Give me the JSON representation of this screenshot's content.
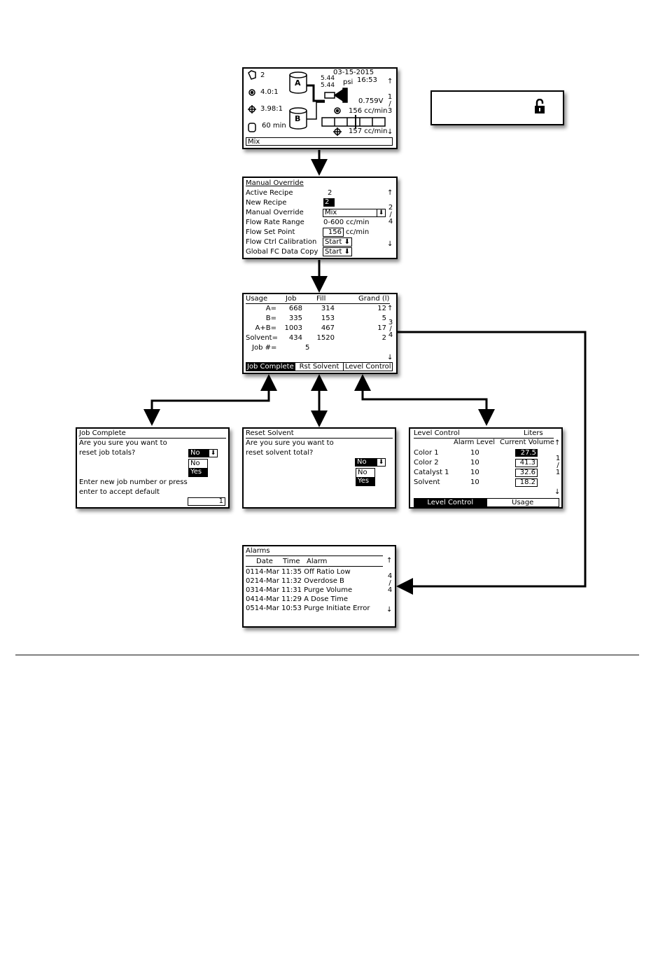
{
  "home": {
    "recipe": "2",
    "ratio_target": "4.0:1",
    "ratio_actual": "3.98:1",
    "potlife": "60 min",
    "tank_a": "A",
    "tank_b": "B",
    "date": "03-15-2015",
    "time": "16:53",
    "pressure1": "5.44",
    "pressure2": "5.44",
    "pressure_unit": "psi",
    "voltage": "0.759V",
    "flow_target": "156 cc/min",
    "flow_actual": "157 cc/min",
    "page": [
      "1",
      "/",
      "3"
    ],
    "status": "Mix"
  },
  "lock": {
    "icon": "unlock-icon"
  },
  "manual": {
    "title": "Manual Override",
    "rows": [
      {
        "label": "Active Recipe",
        "value": "2"
      },
      {
        "label": "New Recipe",
        "value": "2"
      },
      {
        "label": "Manual Override",
        "value": "Mix"
      },
      {
        "label": "Flow Rate Range",
        "value": "0-600 cc/min"
      },
      {
        "label": "Flow Set Point",
        "value": "156",
        "unit": "cc/min"
      },
      {
        "label": "Flow Ctrl Calibration",
        "value": "Start"
      },
      {
        "label": "Global FC Data Copy",
        "value": "Start"
      }
    ],
    "page": [
      "2",
      "/",
      "4"
    ]
  },
  "usage": {
    "headers": [
      "Usage",
      "Job",
      "Fill",
      "Grand (l)"
    ],
    "rows": [
      {
        "label": "A=",
        "job": "668",
        "fill": "314",
        "grand": "12"
      },
      {
        "label": "B=",
        "job": "335",
        "fill": "153",
        "grand": "5"
      },
      {
        "label": "A+B=",
        "job": "1003",
        "fill": "467",
        "grand": "17"
      },
      {
        "label": "Solvent=",
        "job": "434",
        "fill": "1520",
        "grand": "2"
      }
    ],
    "job_label": "Job #=",
    "job_value": "5",
    "tabs": [
      "Job Complete",
      "Rst Solvent",
      "Level Control"
    ],
    "page": [
      "3",
      "/",
      "4"
    ]
  },
  "job_complete": {
    "title": "Job Complete",
    "line1": "Are you sure you want to",
    "line2": "reset job totals?",
    "dd_value": "No",
    "options": [
      "No",
      "Yes"
    ],
    "line3": "Enter new job number or press",
    "line4": "enter to accept default",
    "job_number": "1"
  },
  "reset_solvent": {
    "title": "Reset Solvent",
    "line1": "Are you sure you want to",
    "line2": "reset solvent total?",
    "dd_value": "No",
    "options": [
      "No",
      "Yes"
    ]
  },
  "level": {
    "title": "Level Control",
    "unit_header": "Liters",
    "col_alarm": "Alarm Level",
    "col_current": "Current Volume",
    "rows": [
      {
        "label": "Color 1",
        "alarm": "10",
        "current": "27.5"
      },
      {
        "label": "Color 2",
        "alarm": "10",
        "current": "41.3"
      },
      {
        "label": "Catalyst 1",
        "alarm": "10",
        "current": "32.6"
      },
      {
        "label": "Solvent",
        "alarm": "10",
        "current": "18.2"
      }
    ],
    "tabs": [
      "Level Control",
      "Usage"
    ],
    "page": [
      "1",
      "/",
      "1"
    ]
  },
  "alarms": {
    "title": "Alarms",
    "headers": [
      "Date",
      "Time",
      "Alarm"
    ],
    "rows": [
      {
        "num": "01",
        "date": "14-Mar",
        "time": "11:35",
        "alarm": "Off Ratio Low"
      },
      {
        "num": "02",
        "date": "14-Mar",
        "time": "11:32",
        "alarm": "Overdose B"
      },
      {
        "num": "03",
        "date": "14-Mar",
        "time": "11:31",
        "alarm": "Purge Volume"
      },
      {
        "num": "04",
        "date": "14-Mar",
        "time": "11:29",
        "alarm": "A Dose Time"
      },
      {
        "num": "05",
        "date": "14-Mar",
        "time": "10:53",
        "alarm": "Purge Initiate Error"
      }
    ],
    "page": [
      "4",
      "/",
      "4"
    ]
  }
}
